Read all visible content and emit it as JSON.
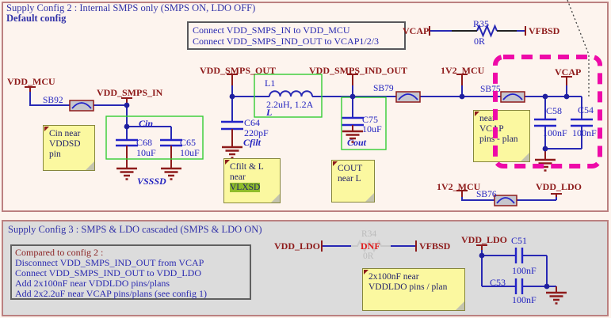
{
  "config2": {
    "title": "Supply Config 2 : Internal SMPS only (SMPS ON, LDO OFF)",
    "subtitle": "Default config",
    "note_box": {
      "line1": "Connect VDD_SMPS_IN to VDD_MCU",
      "line2": "Connect VDD_SMPS_IND_OUT to VCAP1/2/3"
    },
    "nets": {
      "vcap_top": "VCAP",
      "vfbsd": "VFBSD",
      "vdd_mcu": "VDD_MCU",
      "vdd_smps_in": "VDD_SMPS_IN",
      "vdd_smps_out": "VDD_SMPS_OUT",
      "vdd_smps_ind_out": "VDD_SMPS_IND_OUT",
      "v12_mcu_top": "1V2_MCU",
      "vcap_right": "VCAP",
      "v12_mcu_bottom": "1V2_MCU",
      "vdd_ldo": "VDD_LDO",
      "vsssd": "VSSSD"
    },
    "solder_bridges": {
      "sb92": "SB92",
      "sb79": "SB79",
      "sb75": "SB75",
      "sb76": "SB76"
    },
    "parts": {
      "r35_ref": "R35",
      "r35_val": "0R",
      "cin_tag": "Cin",
      "c68_ref": "C68",
      "c68_val": "10uF",
      "c65_ref": "C65",
      "c65_val": "10uF",
      "c64_ref": "C64",
      "c64_val": "220pF",
      "cfilt_tag": "Cfilt",
      "l1_ref": "L1",
      "l1_val": "2.2uH, 1.2A",
      "l_tag": "L",
      "c75_ref": "C75",
      "c75_val": "10uF",
      "cout_tag": "Cout",
      "c58_ref": "C58",
      "c58_val": "100nF",
      "c54_ref": "C54",
      "c54_val": "100nF"
    },
    "notes": {
      "cin": "Cin near\nVDDSD\npin",
      "cfilt_pre": "Cfilt & L\nnear\n",
      "cfilt_hl": "VLXSD",
      "cout": "COUT\nnear L",
      "vcap": "near\nVCAP\npins - plan"
    }
  },
  "config3": {
    "title": "Supply Config 3 : SMPS & LDO cascaded (SMPS & LDO ON)",
    "note_box": [
      "Compared to config 2 :",
      "Disconnect VDD_SMPS_IND_OUT from VCAP",
      "Connect VDD_SMPS_IND_OUT to VDD_LDO",
      "Add 2x100nF near VDDLDO pins/plans",
      "Add 2x2.2uF near VCAP pins/plans (see config 1)"
    ],
    "nets": {
      "vdd_ldo_left": "VDD_LDO",
      "vfbsd": "VFBSD",
      "vdd_ldo_right": "VDD_LDO"
    },
    "parts": {
      "r34_ref": "R34",
      "r34_status": "DNF",
      "r34_val": "0R",
      "c51_ref": "C51",
      "c51_val": "100nF",
      "c53_ref": "C53",
      "c53_val": "100nF"
    },
    "note": "2x100nF near\nVDDLDO pins / plan"
  },
  "colors": {
    "wire_blue": "#2828b4",
    "net_dark_red": "#8e1b1b",
    "highlight_magenta": "#ee0aa8",
    "note_yellow": "#fbf8a0",
    "group_green": "#33cc33"
  }
}
